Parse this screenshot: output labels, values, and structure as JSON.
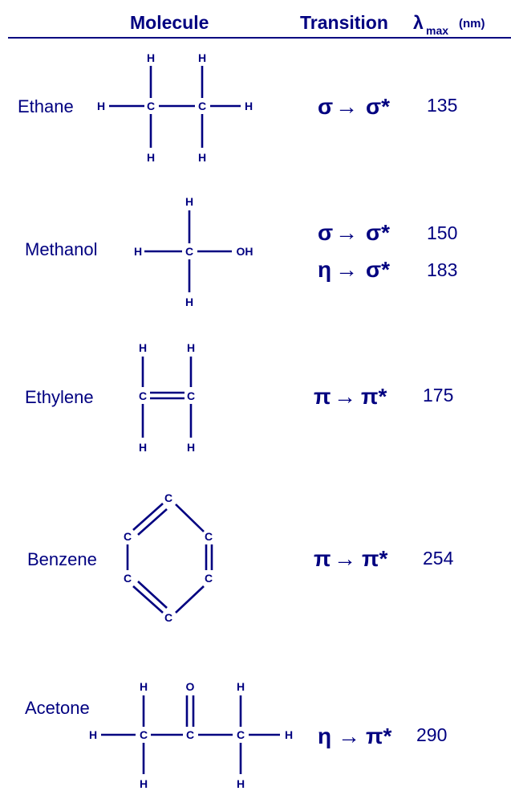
{
  "theme": {
    "ink": "#000080",
    "rule": "#000080",
    "background": "#ffffff"
  },
  "header": {
    "molecule": "Molecule",
    "transition": "Transition",
    "lambda_symbol": "λ",
    "lambda_sub": "max",
    "lambda_unit": "(nm)"
  },
  "molecules": [
    {
      "name": "Ethane",
      "atoms": [
        "H",
        "C",
        "C",
        "H",
        "H",
        "H",
        "H",
        "H"
      ],
      "transitions": [
        {
          "from": "σ",
          "arrow": "→",
          "to": "σ*",
          "lambda": "135"
        }
      ]
    },
    {
      "name": "Methanol",
      "atoms": [
        "H",
        "C",
        "OH",
        "H",
        "H"
      ],
      "transitions": [
        {
          "from": "σ",
          "arrow": "→",
          "to": "σ*",
          "lambda": "150"
        },
        {
          "from": "η",
          "arrow": "→",
          "to": "σ*",
          "lambda": "183"
        }
      ]
    },
    {
      "name": "Ethylene",
      "atoms": [
        "C",
        "C",
        "H",
        "H",
        "H",
        "H"
      ],
      "transitions": [
        {
          "from": "π",
          "arrow": "→",
          "to": "π*",
          "lambda": "175"
        }
      ]
    },
    {
      "name": "Benzene",
      "atoms": [
        "C",
        "C",
        "C",
        "C",
        "C",
        "C"
      ],
      "transitions": [
        {
          "from": "π",
          "arrow": "→",
          "to": "π*",
          "lambda": "254"
        }
      ]
    },
    {
      "name": "Acetone",
      "atoms": [
        "H",
        "C",
        "C",
        "C",
        "H",
        "H",
        "H",
        "O",
        "H",
        "H"
      ],
      "transitions": [
        {
          "from": "η",
          "arrow": "→",
          "to": "π*",
          "lambda": "290"
        }
      ]
    }
  ]
}
